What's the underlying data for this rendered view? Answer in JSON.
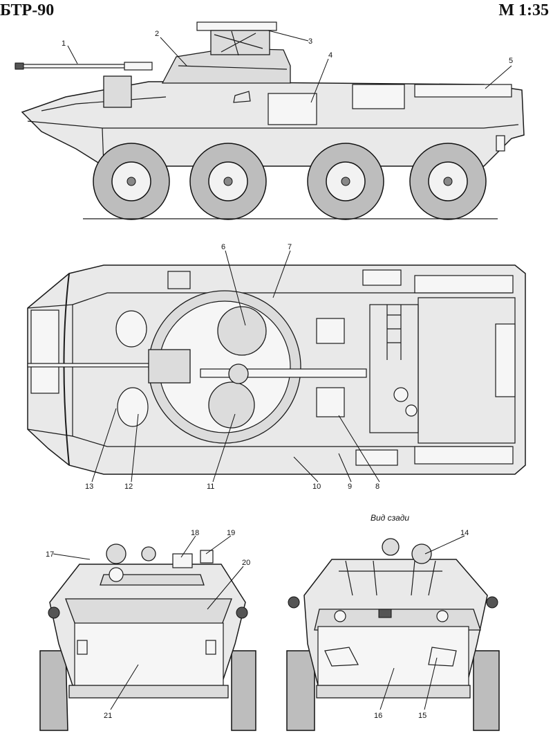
{
  "header": {
    "title": "БТР-90",
    "scale": "М 1:35"
  },
  "rear_view": {
    "caption": "Вид сзади"
  },
  "callouts": {
    "c1": "1",
    "c2": "2",
    "c3": "3",
    "c4": "4",
    "c5": "5",
    "c6": "6",
    "c7": "7",
    "c8": "8",
    "c9": "9",
    "c10": "10",
    "c11": "11",
    "c12": "12",
    "c13": "13",
    "c14": "14",
    "c15": "15",
    "c16": "16",
    "c17": "17",
    "c18": "18",
    "c19": "19",
    "c20": "20",
    "c21": "21"
  }
}
